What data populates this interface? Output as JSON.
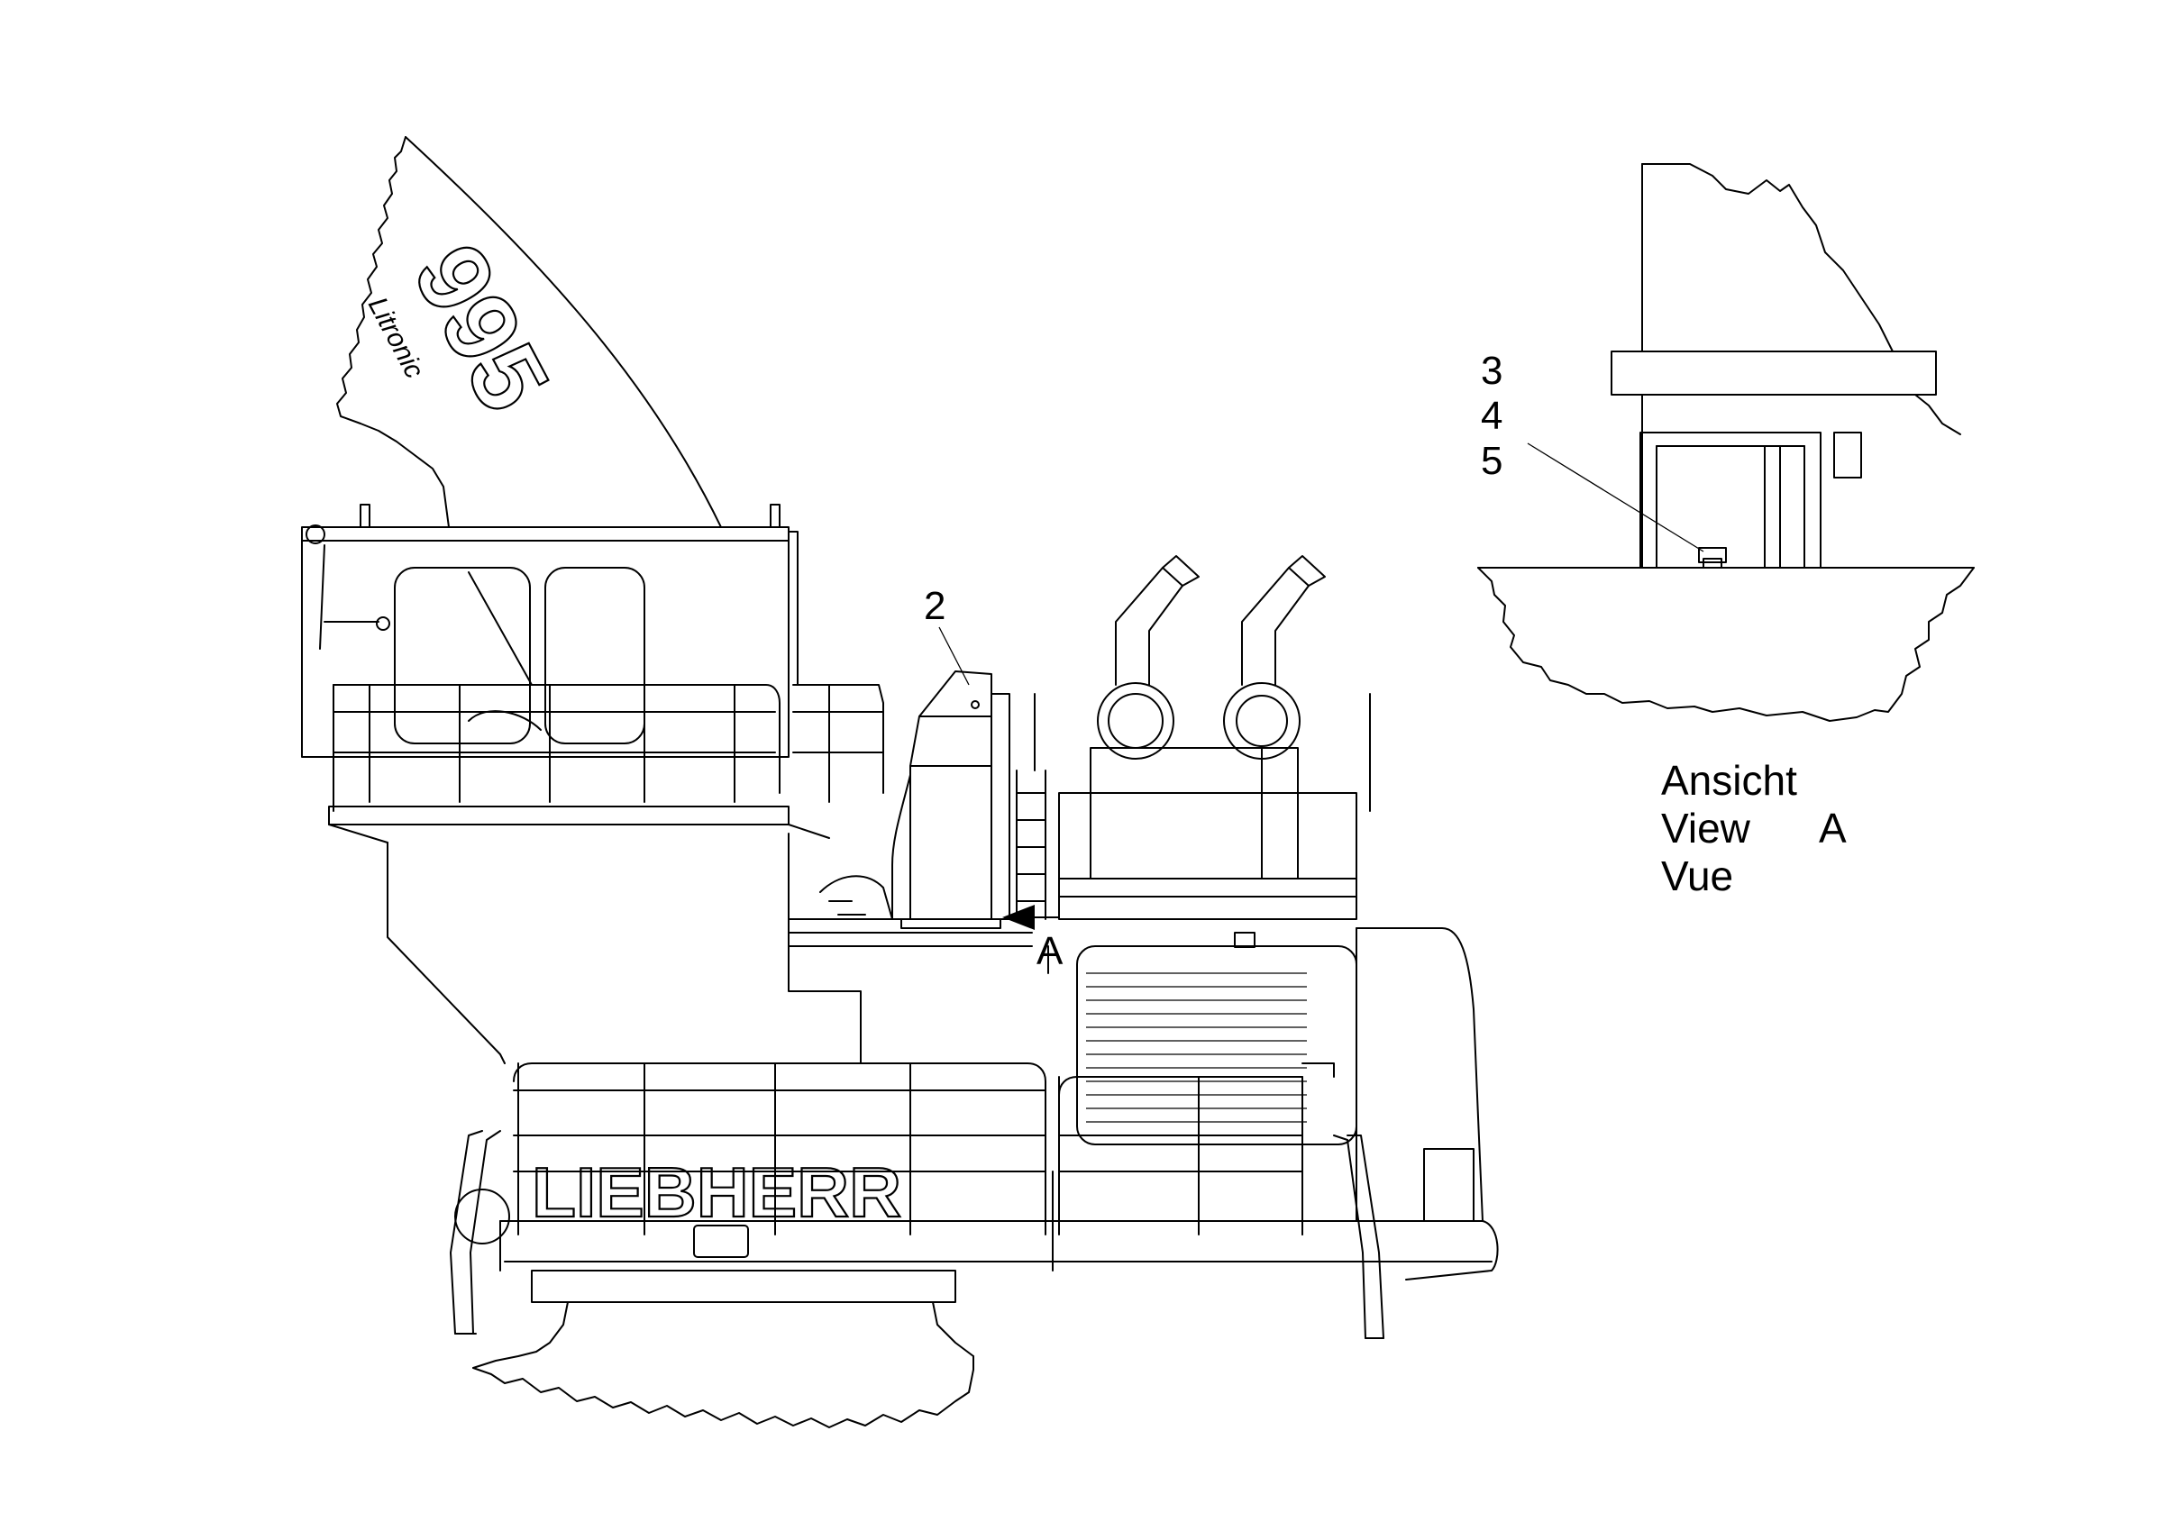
{
  "callouts": {
    "item_2": "2",
    "item_3": "3",
    "item_4": "4",
    "item_5": "5",
    "view_marker": "A"
  },
  "view_caption": {
    "line1": "Ansicht",
    "line2": "View",
    "line2_letter": "A",
    "line3": "Vue"
  },
  "boom_lettering": {
    "model": "995",
    "sub": "Litronic"
  },
  "brand_lettering": "LIEBHERR"
}
